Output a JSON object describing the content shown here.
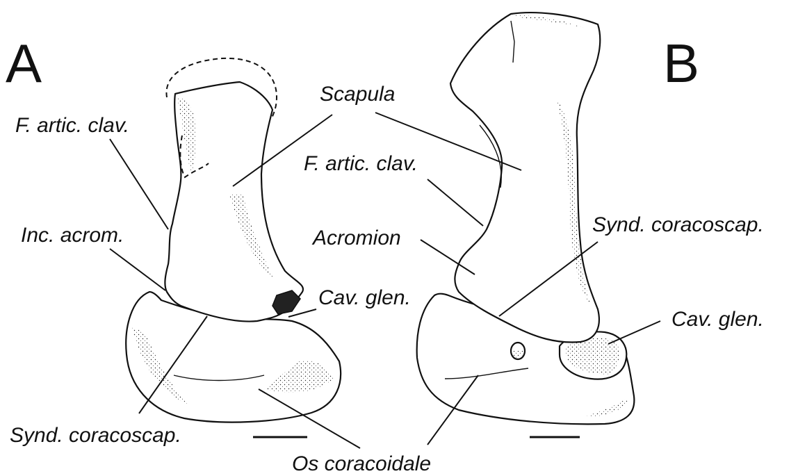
{
  "panels": {
    "a": {
      "letter": "A",
      "labels": {
        "scapula": "Scapula",
        "f_artic_clav": "F. artic. clav.",
        "inc_acrom": "Inc. acrom.",
        "cav_glen": "Cav. glen.",
        "synd_coracoscap": "Synd. coracoscap."
      }
    },
    "b": {
      "letter": "B",
      "labels": {
        "f_artic_clav": "F. artic. clav.",
        "acromion": "Acromion",
        "synd_coracoscap": "Synd. coracoscap.",
        "cav_glen": "Cav. glen."
      }
    },
    "shared": {
      "os_coracoidale": "Os coracoidale"
    }
  }
}
